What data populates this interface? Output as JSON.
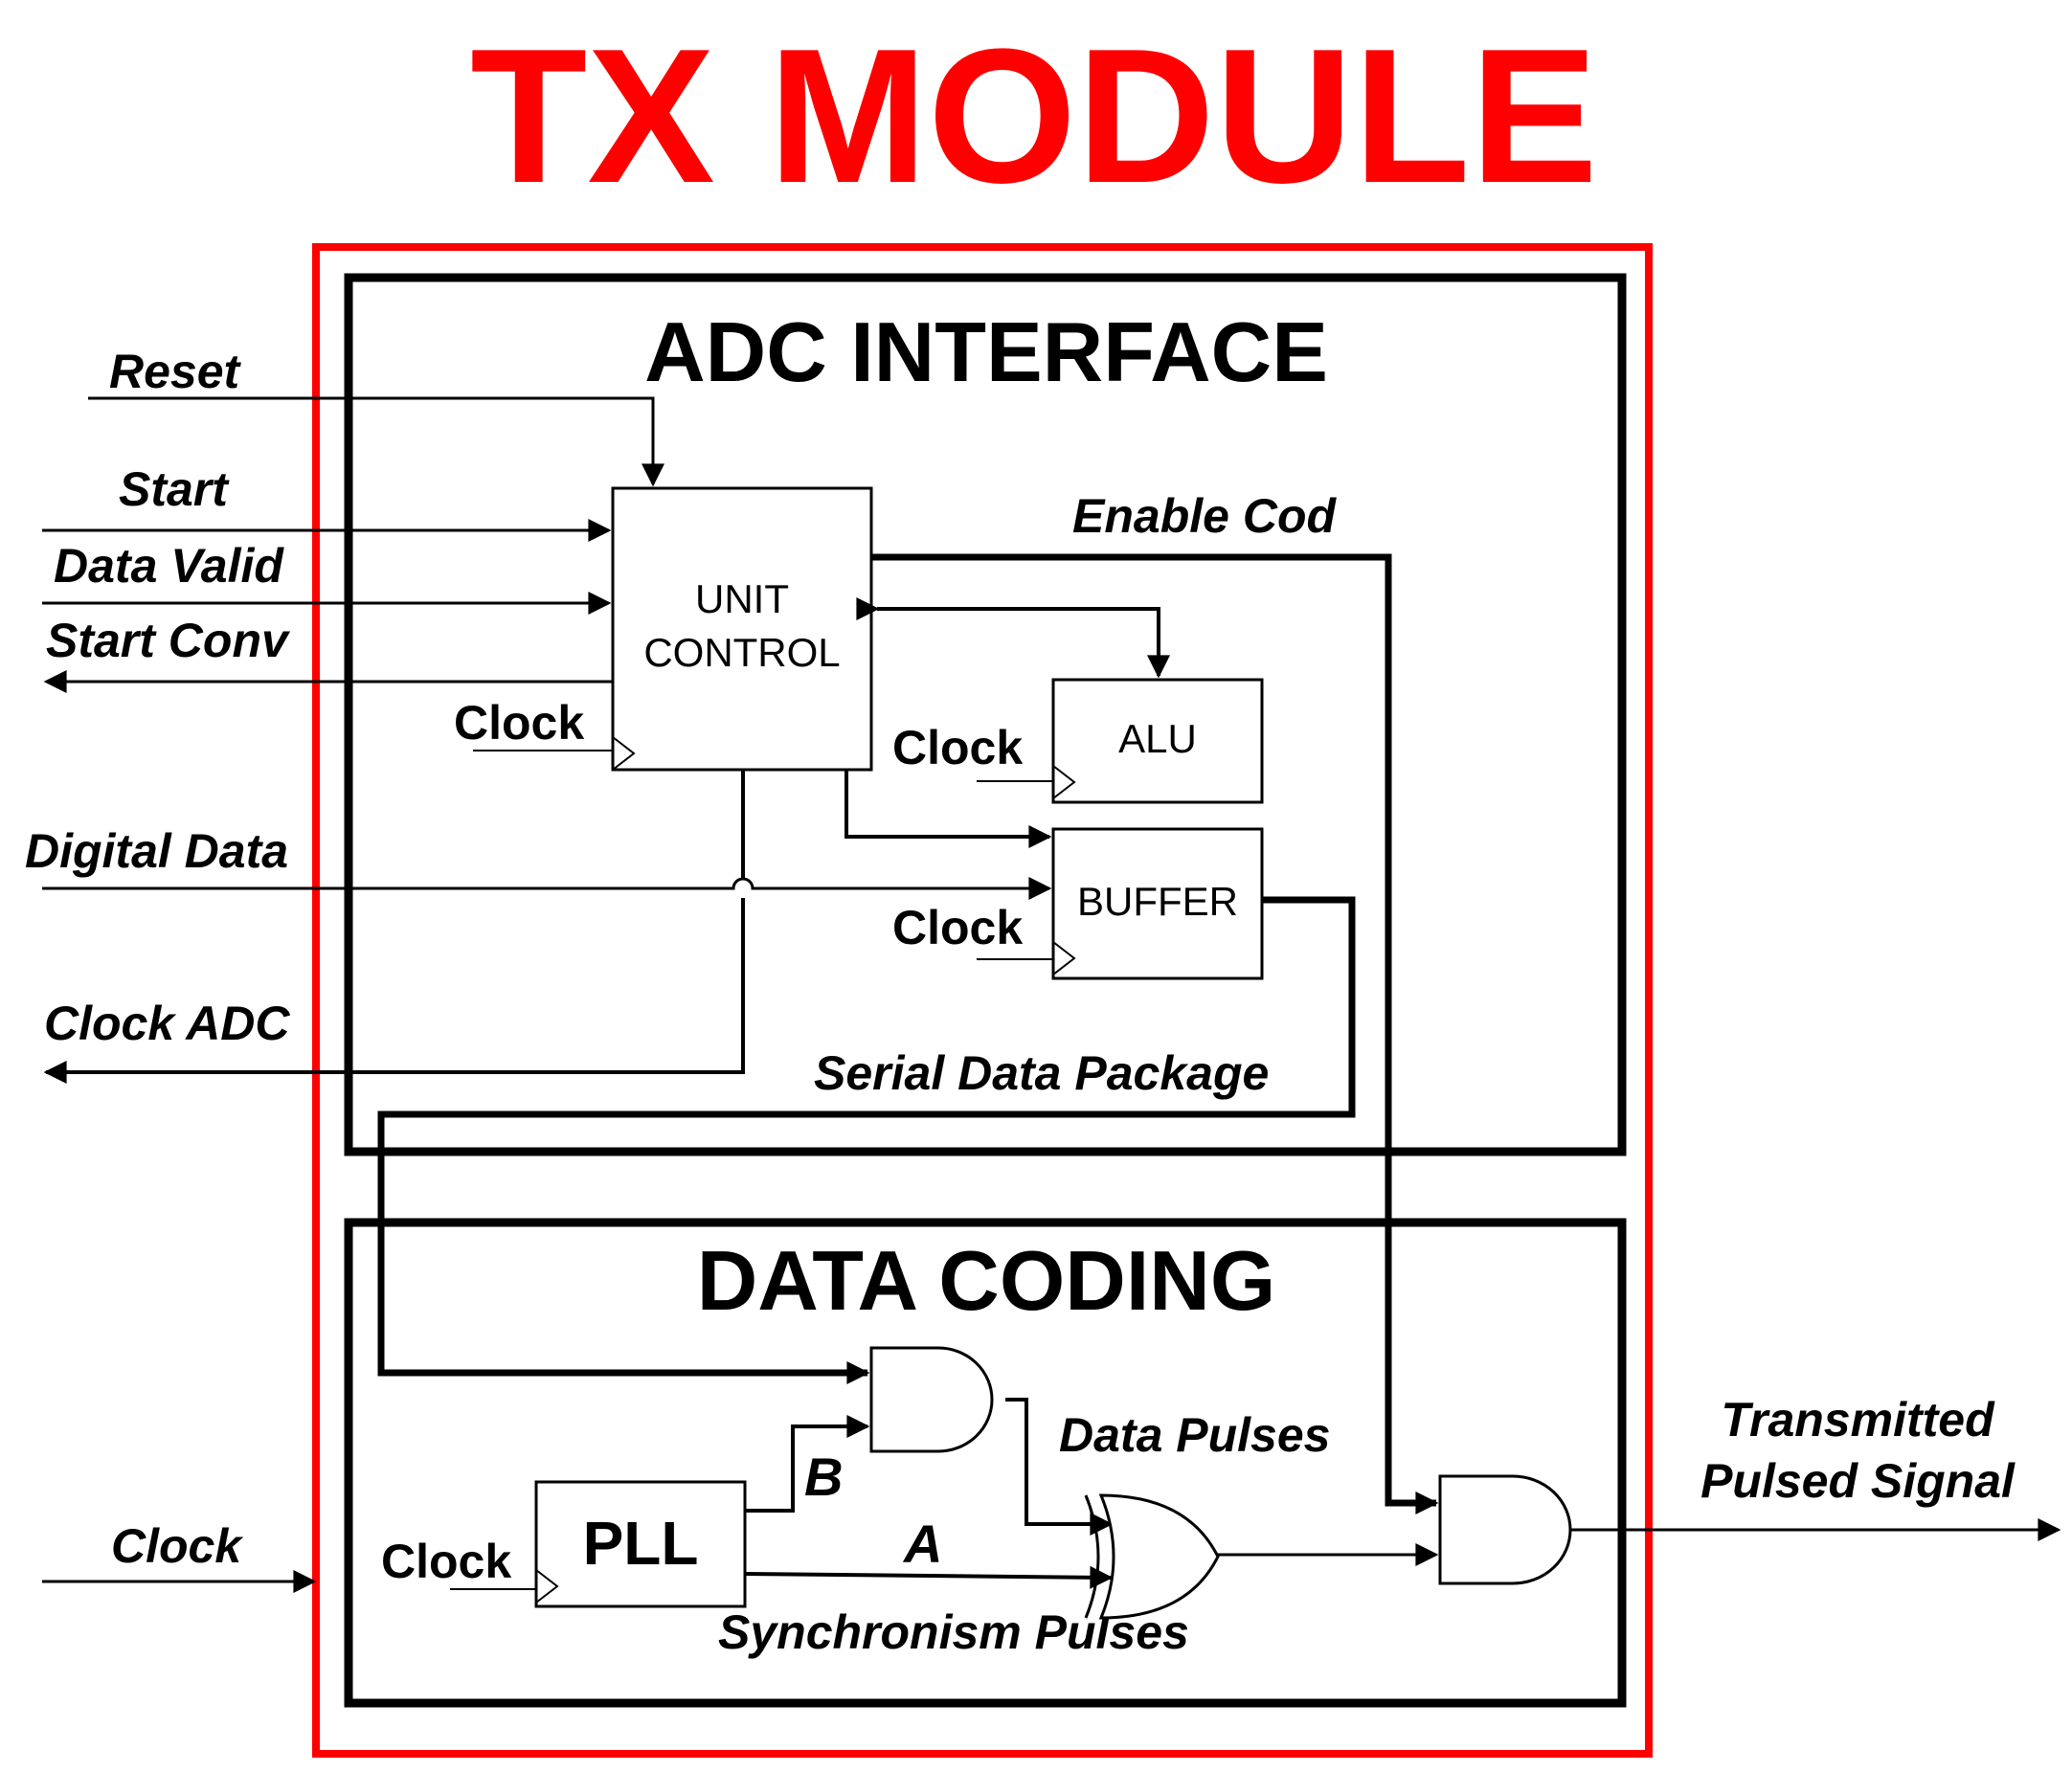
{
  "title": "TX MODULE",
  "colors": {
    "title": "#ff0000",
    "module_border": "#ff0000",
    "wire": "#000000"
  },
  "blocks": {
    "adc_interface": "ADC INTERFACE",
    "data_coding": "DATA CODING",
    "unit_control_line1": "UNIT",
    "unit_control_line2": "CONTROL",
    "alu": "ALU",
    "buffer": "BUFFER",
    "pll": "PLL"
  },
  "inputs": {
    "reset": "Reset",
    "start": "Start",
    "data_valid": "Data Valid",
    "digital_data": "Digital Data",
    "clock": "Clock"
  },
  "outputs": {
    "start_conv": "Start Conv",
    "clock_adc": "Clock ADC",
    "transmitted_line1": "Transmitted",
    "transmitted_line2": "Pulsed Signal"
  },
  "signals": {
    "enable_cod": "Enable Cod",
    "serial_data_package": "Serial Data Package",
    "data_pulses": "Data Pulses",
    "synchronism_pulses": "Synchronism Pulses",
    "b": "B",
    "a": "A"
  },
  "clock_pins": {
    "unit_control": "Clock",
    "alu": "Clock",
    "buffer": "Clock",
    "pll": "Clock"
  }
}
